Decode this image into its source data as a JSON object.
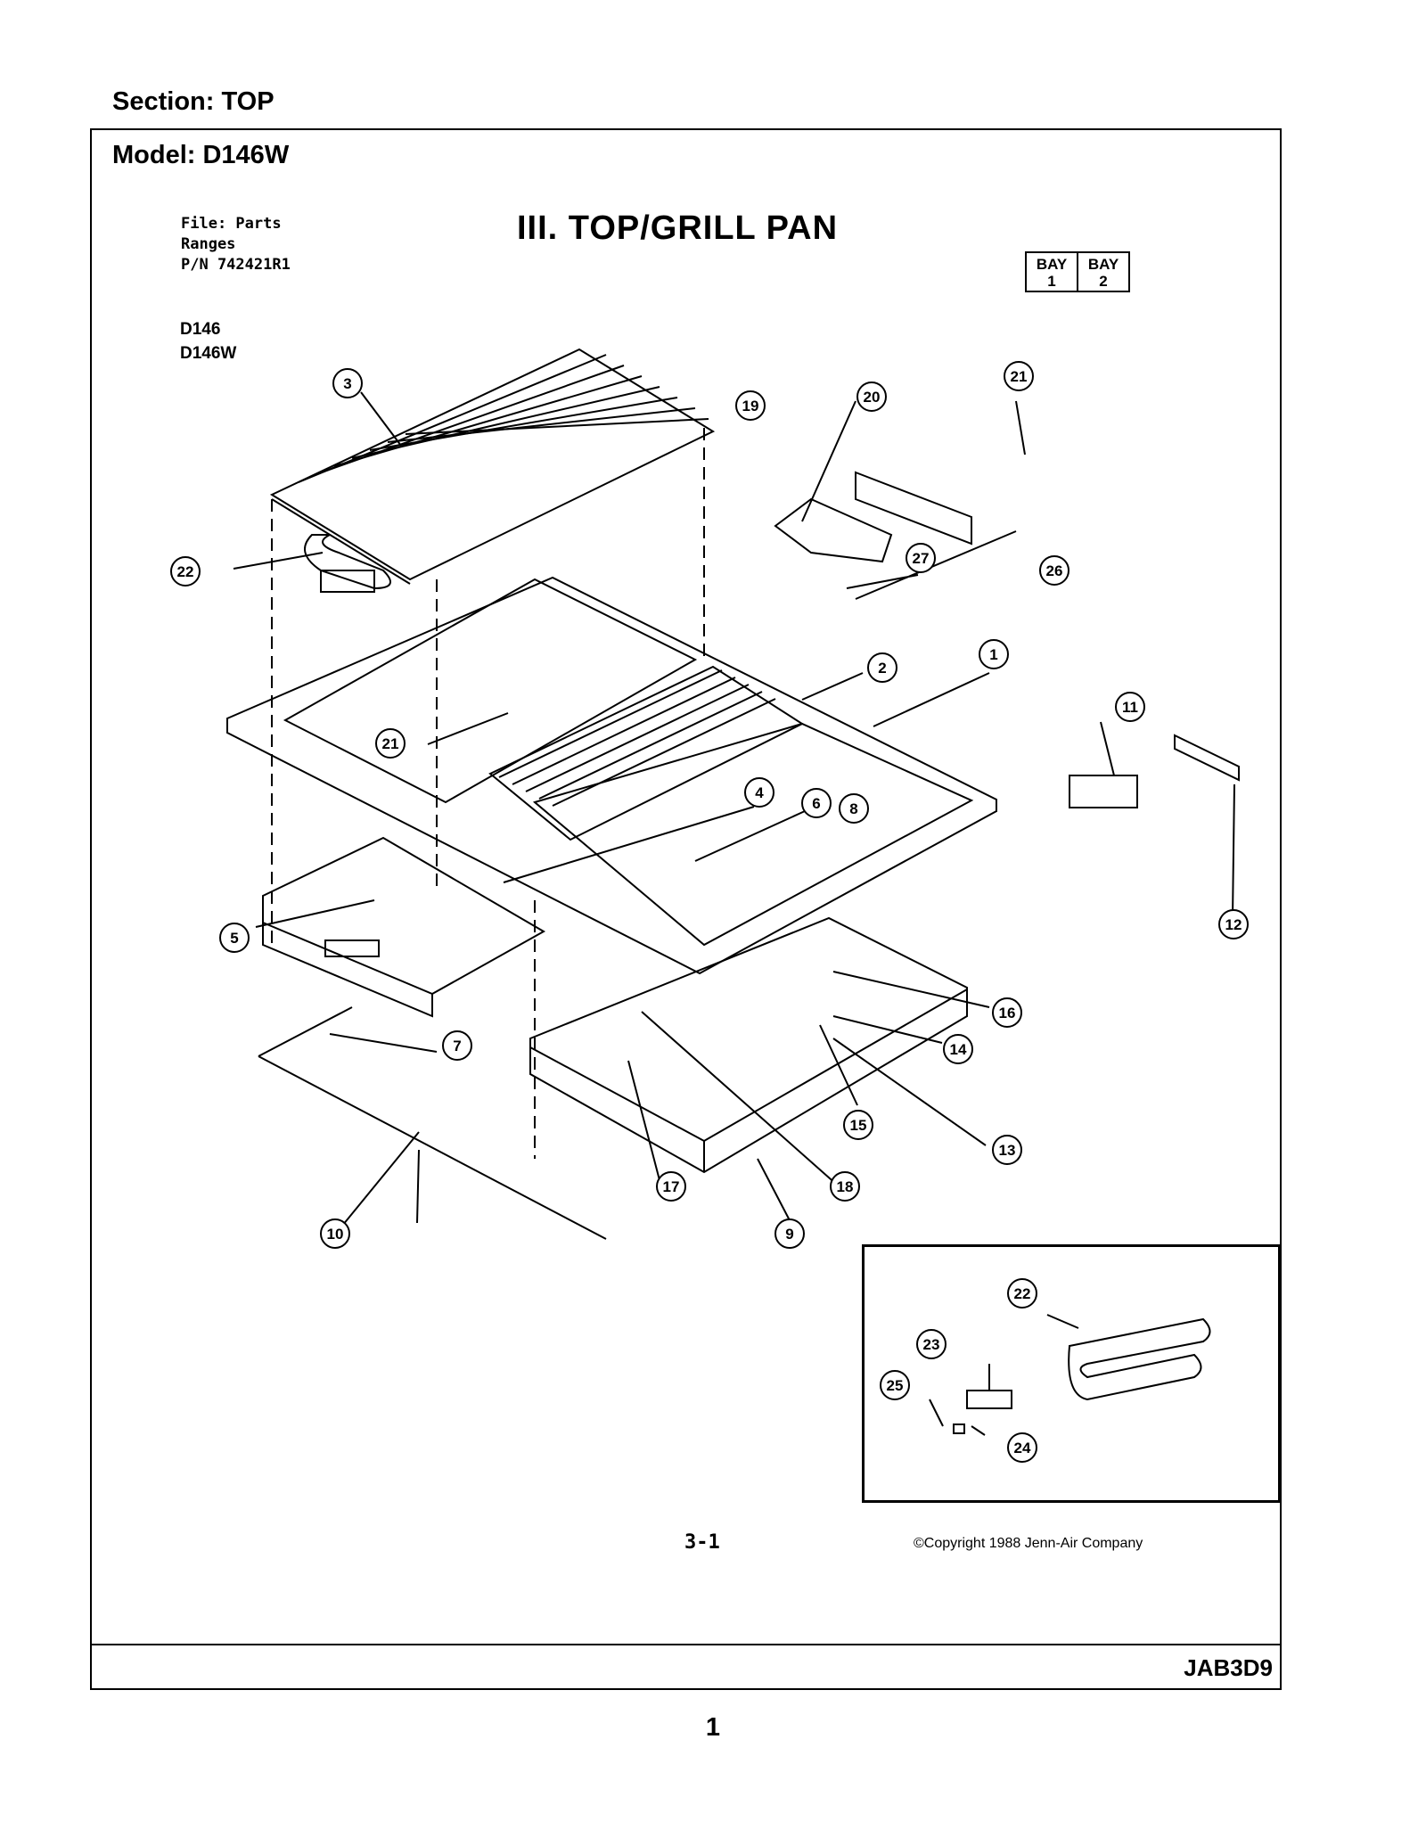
{
  "header": {
    "section": "Section:  TOP",
    "model": "Model:  D146W"
  },
  "file_info": [
    "File: Parts",
    "Ranges",
    "P/N 742421R1"
  ],
  "title": "III. TOP/GRILL PAN",
  "bay_boxes": [
    {
      "top": "BAY",
      "bottom": "1"
    },
    {
      "top": "BAY",
      "bottom": "2"
    }
  ],
  "models": [
    "D146",
    "D146W"
  ],
  "callouts": [
    "1",
    "2",
    "3",
    "4",
    "5",
    "6",
    "7",
    "8",
    "9",
    "10",
    "11",
    "12",
    "13",
    "14",
    "15",
    "16",
    "17",
    "18",
    "19",
    "20",
    "21",
    "22",
    "23",
    "24",
    "25",
    "26",
    "27"
  ],
  "callout_labels": [
    "3",
    "19",
    "20",
    "21",
    "22",
    "27",
    "26",
    "2",
    "1",
    "21",
    "11",
    "4",
    "6",
    "8",
    "5",
    "12",
    "16",
    "7",
    "14",
    "15",
    "13",
    "17",
    "18",
    "9",
    "10",
    "22",
    "23",
    "25",
    "24"
  ],
  "page_code": "3-1",
  "copyright": "©Copyright 1988 Jenn-Air Company",
  "ref_code": "JAB3D9",
  "page_number": "1"
}
